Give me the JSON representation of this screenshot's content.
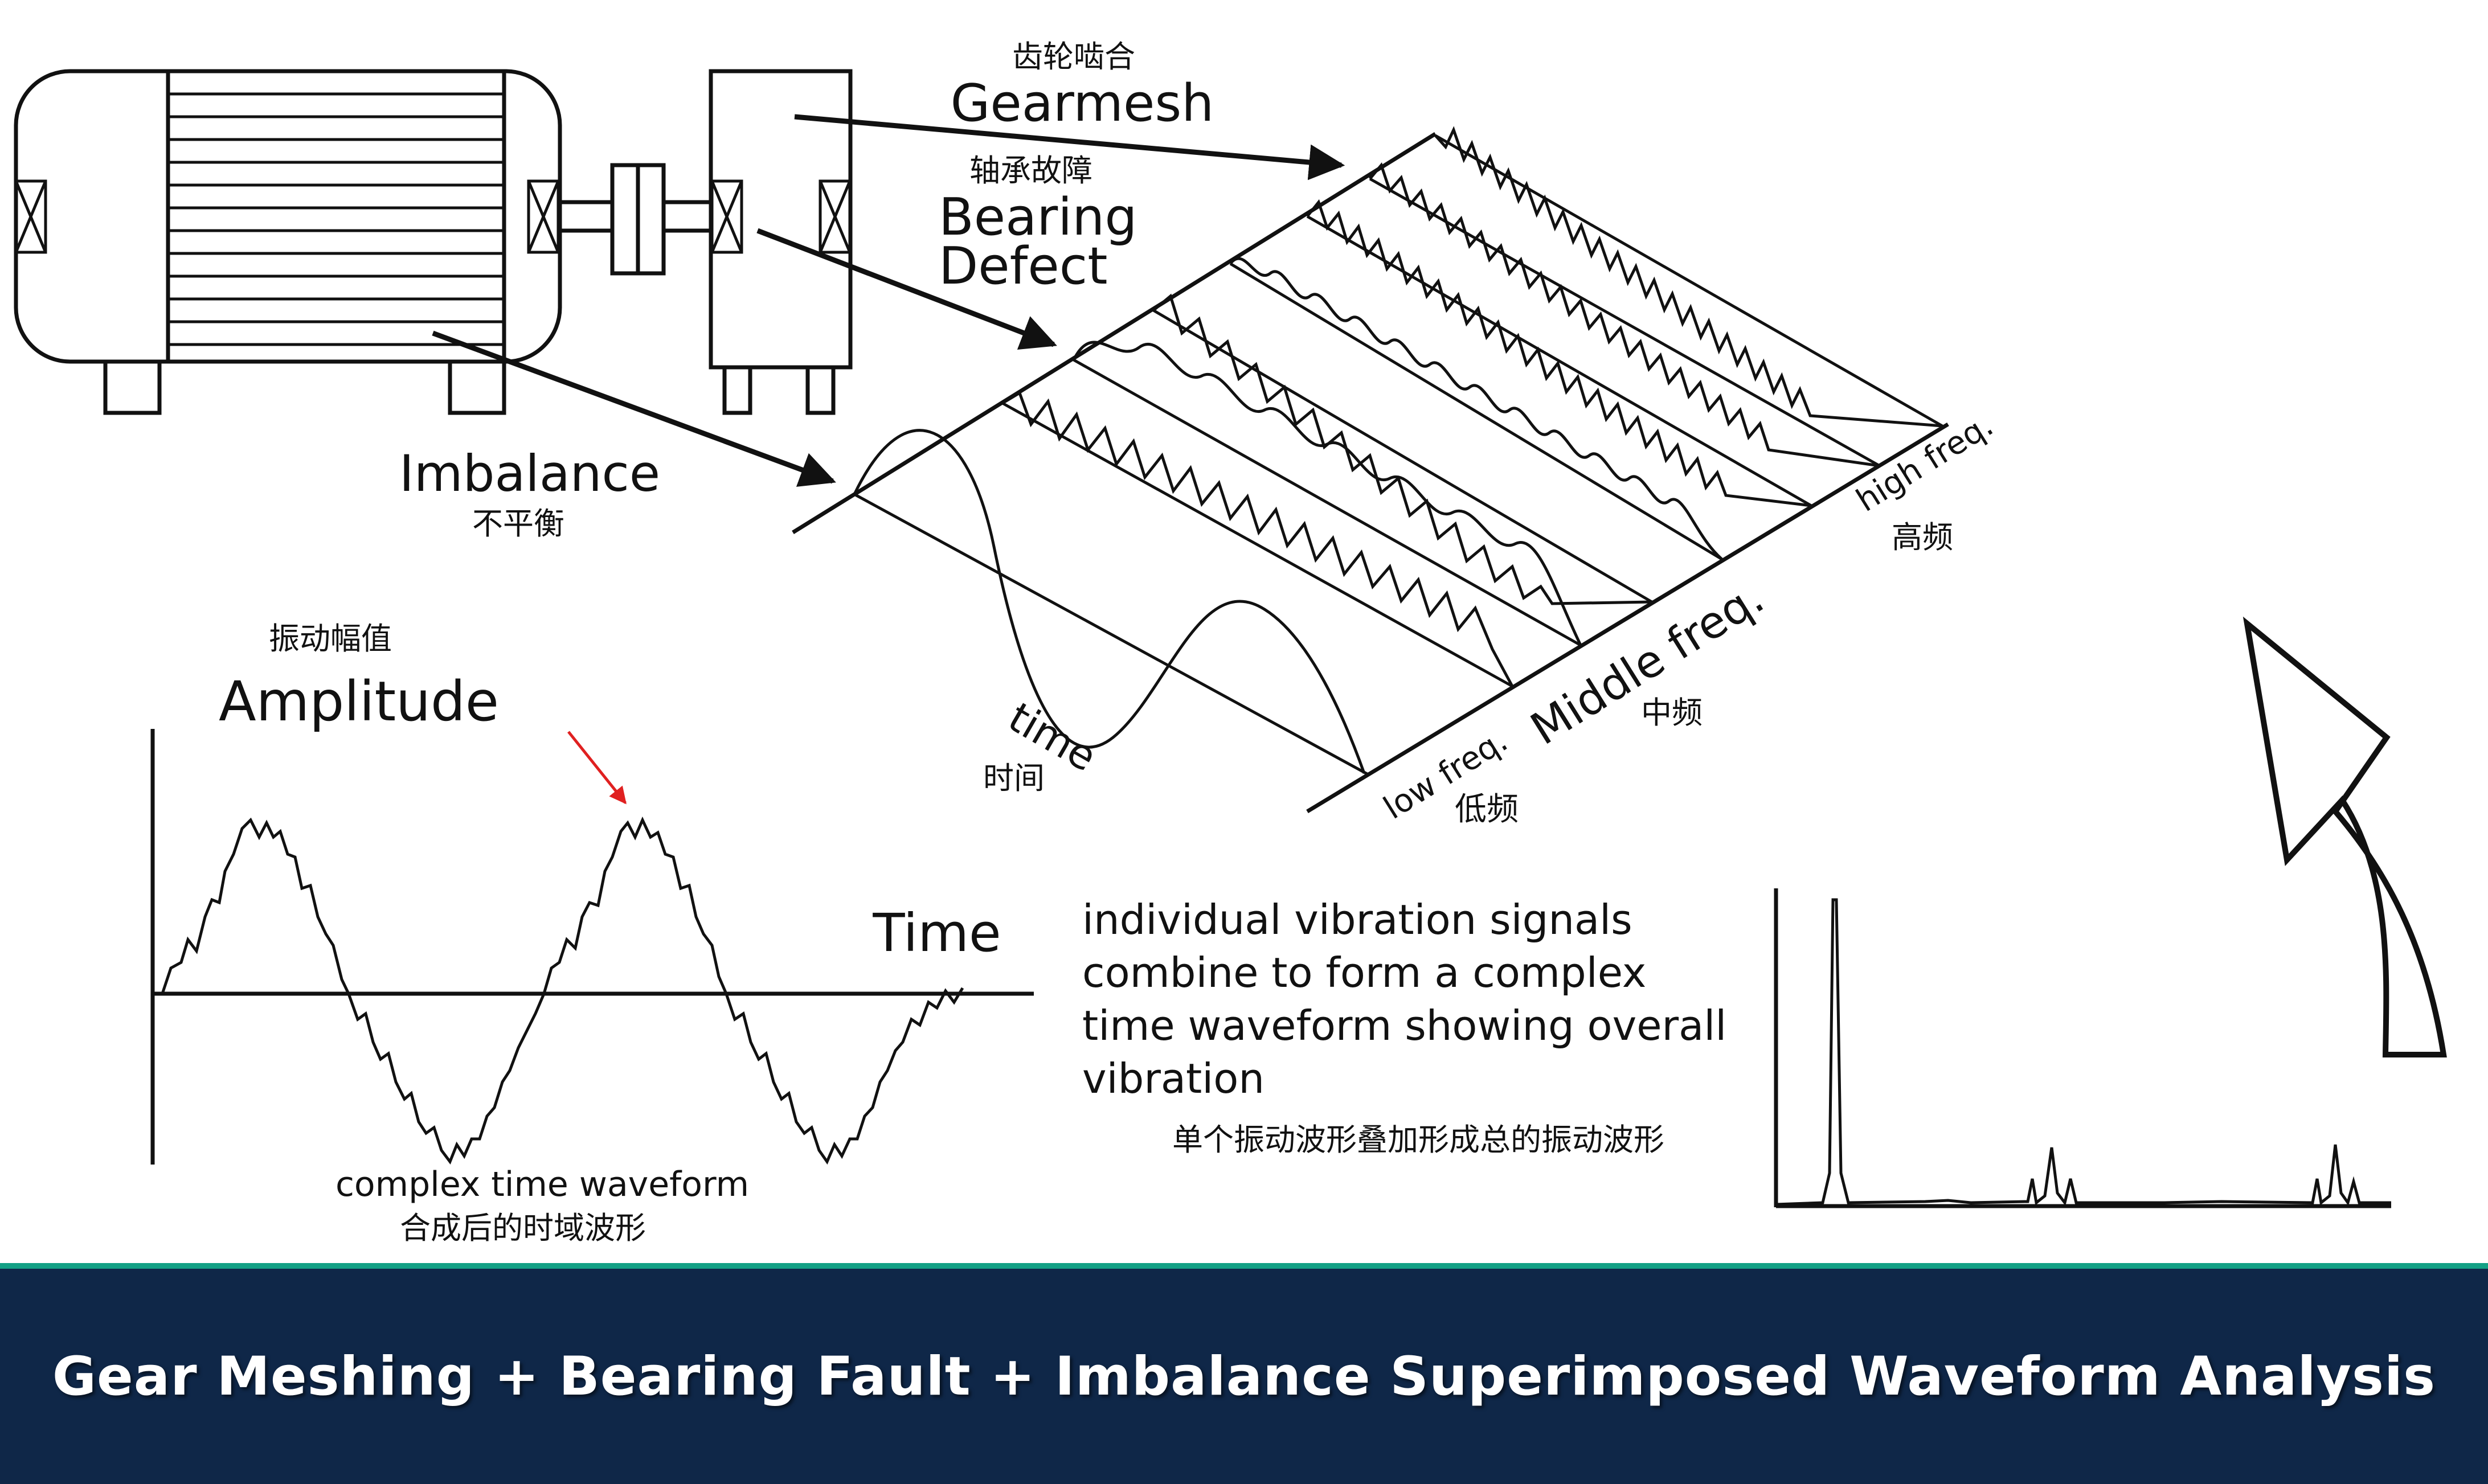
{
  "labels": {
    "gearmesh_cn": "齿轮啮合",
    "gearmesh": "Gearmesh",
    "bearing_cn": "轴承故障",
    "bearing1": "Bearing",
    "bearing2": "Defect",
    "imbalance": "Imbalance",
    "imbalance_cn": "不平衡",
    "amplitude_cn": "振动幅值",
    "amplitude": "Amplitude",
    "time_axis": "Time",
    "time_diag": "time",
    "time_cn": "时间",
    "low_freq": "low freq.",
    "low_freq_cn": "低频",
    "middle_freq": "Middle freq.",
    "middle_freq_cn": "中频",
    "high_freq": "high freq.",
    "high_freq_cn": "高频",
    "desc_line1": "individual vibration signals",
    "desc_line2": "combine to form a complex",
    "desc_line3": "time waveform showing overall",
    "desc_line4": "vibration",
    "desc_cn": "单个振动波形叠加形成总的振动波形",
    "complex_wave": "complex time waveform",
    "complex_wave_cn": "合成后的时域波形"
  },
  "footer": {
    "title": "Gear Meshing + Bearing Fault + Imbalance Superimposed Waveform Analysis"
  },
  "colors": {
    "ink": "#111111",
    "pointer_arrow": "#e02020",
    "footer_bg": "#0f2748",
    "footer_accent": "#13a085",
    "footer_text": "#ffffff"
  }
}
